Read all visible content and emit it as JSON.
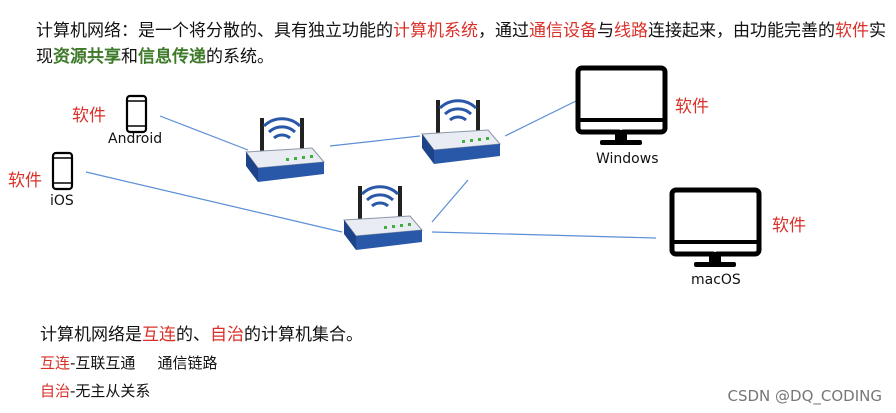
{
  "intro": {
    "p1": "计算机网络：是一个将分散的、具有独立功能的",
    "hl_computer_system": "计算机系统",
    "p2": "，通过",
    "hl_comm_device": "通信设备",
    "p3": "与",
    "hl_link": "线路",
    "p4": "连接起来，由功能完善的",
    "hl_software": "软件",
    "p5": "实现",
    "hl_resource_sharing": "资源共享",
    "p6": "和",
    "hl_info_transfer": "信息传递",
    "p7": "的系统。"
  },
  "devices": {
    "android": "Android",
    "ios": "iOS",
    "windows": "Windows",
    "macos": "macOS",
    "software_label": "软件"
  },
  "definition": {
    "p1": "计算机网络是",
    "hl_interconnect": "互连",
    "p2": "的、",
    "hl_autonomous": "自治",
    "p3": "的计算机集合。"
  },
  "notes": {
    "interconnect_term": "互连",
    "interconnect_desc": "-互联互通",
    "comm_link": "通信链路",
    "autonomous_term": "自治",
    "autonomous_desc": "-无主从关系"
  },
  "watermark": "CSDN @DQ_CODING",
  "colors": {
    "highlight_red": "#d9302a",
    "highlight_green": "#3e7a2a",
    "link_blue": "#5b8fd6",
    "router_blue": "#2a58a8"
  }
}
